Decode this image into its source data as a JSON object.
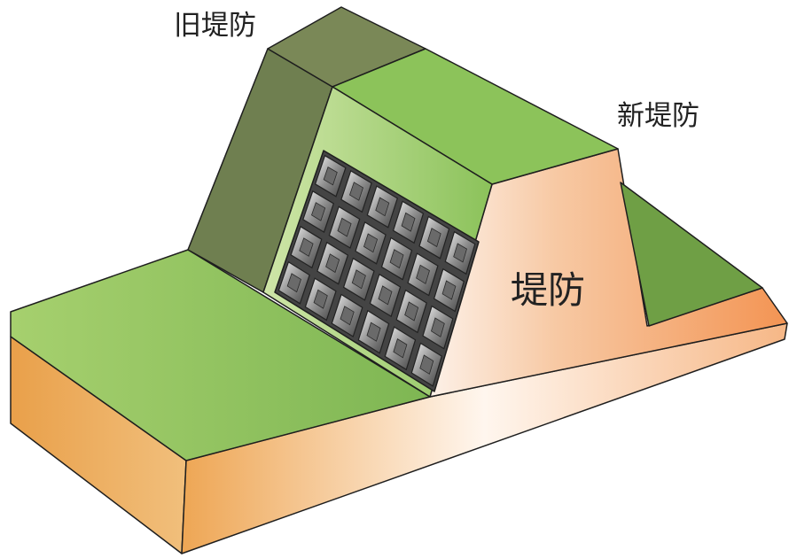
{
  "labels": {
    "old_embankment": "旧堤防",
    "new_embankment": "新堤防",
    "embankment": "堤防"
  },
  "colors": {
    "grass": "#8cc35a",
    "grass_dark": "#6a9a42",
    "old_embankment_slope": "#6f7f50",
    "old_embankment_top": "#7a8857",
    "soil_orange": "#f19a4c",
    "soil_peach": "#f8c9a2",
    "block_grey": "#8c8c8c",
    "outline": "#1e1e1e"
  },
  "revetment_blocks": {
    "rows": 4,
    "columns": 6
  }
}
